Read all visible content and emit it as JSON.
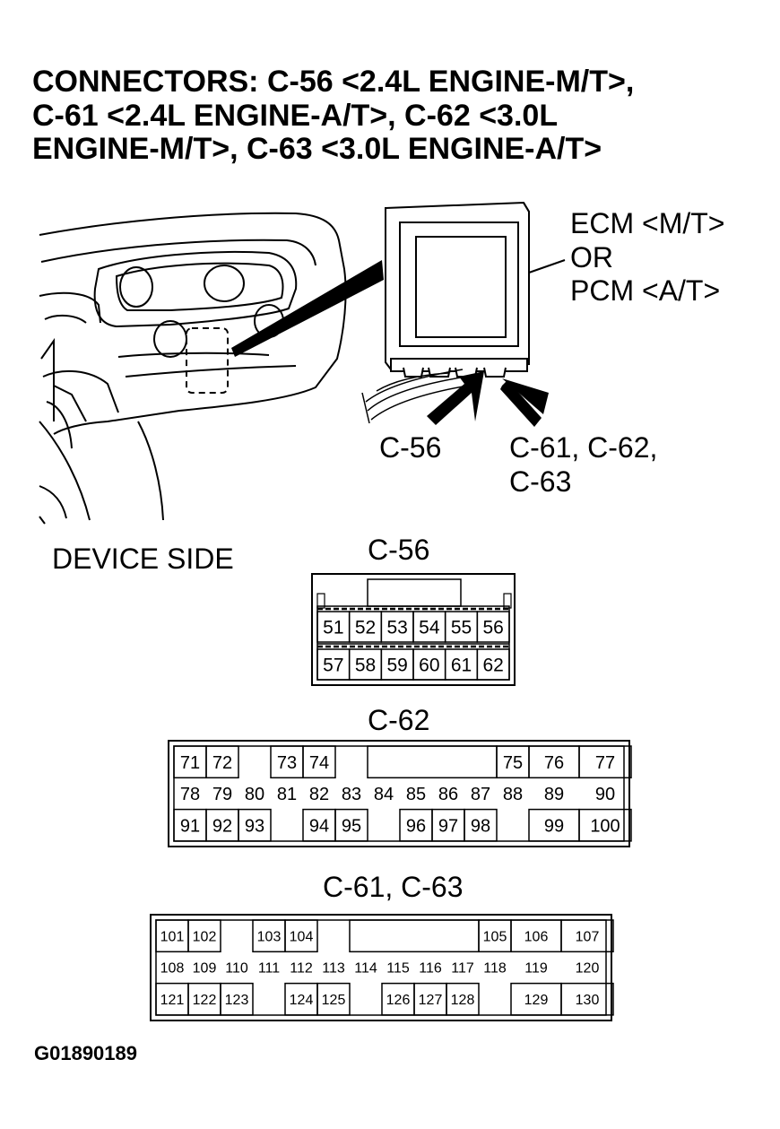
{
  "title": {
    "line1": "CONNECTORS: C-56 <2.4L ENGINE-M/T>,",
    "line2": "C-61 <2.4L ENGINE-A/T>, C-62 <3.0L",
    "line3": "ENGINE-M/T>, C-63 <3.0L ENGINE-A/T>"
  },
  "callouts": {
    "module_line1": "ECM <M/T>",
    "module_line2": "OR",
    "module_line3": "PCM <A/T>",
    "left_arrow": "C-56",
    "right_arrow_line1": "C-61, C-62,",
    "right_arrow_line2": "C-63"
  },
  "device_side": "DEVICE SIDE",
  "connectors": {
    "c56": {
      "label": "C-56",
      "rows": [
        [
          "51",
          "52",
          "53",
          "54",
          "55",
          "56"
        ],
        [
          "57",
          "58",
          "59",
          "60",
          "61",
          "62"
        ]
      ]
    },
    "c62": {
      "label": "C-62",
      "row1": [
        "71",
        "72",
        "73",
        "74",
        "75",
        "76",
        "77"
      ],
      "row2": [
        "78",
        "79",
        "80",
        "81",
        "82",
        "83",
        "84",
        "85",
        "86",
        "87",
        "88",
        "89",
        "90"
      ],
      "row3": [
        "91",
        "92",
        "93",
        "94",
        "95",
        "96",
        "97",
        "98",
        "99",
        "100"
      ]
    },
    "c61_c63": {
      "label": "C-61, C-63",
      "row1": [
        "101",
        "102",
        "103",
        "104",
        "105",
        "106",
        "107"
      ],
      "row2": [
        "108",
        "109",
        "110",
        "111",
        "112",
        "113",
        "114",
        "115",
        "116",
        "117",
        "118",
        "119",
        "120"
      ],
      "row3": [
        "121",
        "122",
        "123",
        "124",
        "125",
        "126",
        "127",
        "128",
        "129",
        "130"
      ]
    }
  },
  "figure_id": "G01890189"
}
